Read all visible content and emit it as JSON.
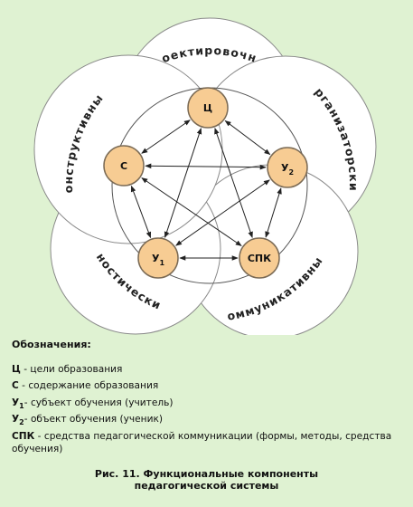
{
  "diagram": {
    "petals": [
      {
        "id": "design",
        "label": "Проектировочный"
      },
      {
        "id": "organizing",
        "label": "Организаторский"
      },
      {
        "id": "communicative",
        "label": "Коммуникативный"
      },
      {
        "id": "gnostic",
        "label": "Гностический"
      },
      {
        "id": "constructive",
        "label": "Конструктивный"
      }
    ],
    "nodes": [
      {
        "id": "goals",
        "label": "Ц",
        "sub": ""
      },
      {
        "id": "subject-student",
        "label": "У",
        "sub": "2"
      },
      {
        "id": "means",
        "label": "СПК",
        "sub": ""
      },
      {
        "id": "subject-teacher",
        "label": "У",
        "sub": "1"
      },
      {
        "id": "content",
        "label": "С",
        "sub": ""
      }
    ],
    "connections": "all-pairs-bidirectional"
  },
  "legend": {
    "title": "Обозначения:",
    "items": [
      {
        "symbol": "Ц",
        "sub": "",
        "text": " - цели образования"
      },
      {
        "symbol": "С",
        "sub": "",
        "text": " - содержание образования"
      },
      {
        "symbol": "У",
        "sub": "1",
        "text": "- субъект обучения (учитель)"
      },
      {
        "symbol": "У",
        "sub": "2",
        "text": "- объект обучения (ученик)"
      },
      {
        "symbol": "СПК",
        "sub": "",
        "text": " - средства педагогической коммуникации (формы, методы, средства обучения)"
      }
    ]
  },
  "caption": {
    "line1": "Рис. 11. Функциональные компоненты",
    "line2": "педагогической системы"
  },
  "colors": {
    "background": "#dff2d2",
    "petal": "#ffffff",
    "node": "#f7cc93"
  }
}
